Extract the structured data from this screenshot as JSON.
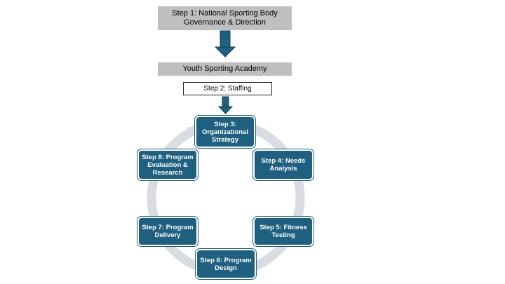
{
  "step1": {
    "line1": "Step 1: National Sporting Body",
    "line2": "Governance & Direction"
  },
  "academy": "Youth Sporting Academy",
  "step2": "Step 2: Staffing",
  "cycle": [
    {
      "lines": [
        "Step 3:",
        "Organizational",
        "Strategy"
      ]
    },
    {
      "lines": [
        "Step 4: Needs",
        "Analysis"
      ]
    },
    {
      "lines": [
        "Step 5: Fitness",
        "Testing"
      ]
    },
    {
      "lines": [
        "Step 6: Program",
        "Design"
      ]
    },
    {
      "lines": [
        "Step 7: Program",
        "Delivery"
      ]
    },
    {
      "lines": [
        "Step 8: Program",
        "Evaluation &",
        "Research"
      ]
    }
  ],
  "colors": {
    "node_fill": "#1f5f7f",
    "gray_box": "#bfbfbf",
    "arrow": "#1f5f7f",
    "ring": "#d9dde1"
  }
}
